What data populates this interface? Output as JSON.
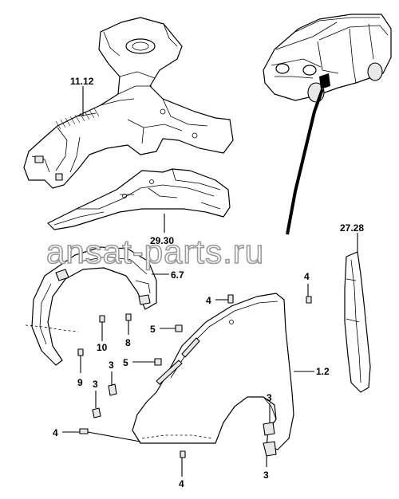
{
  "watermark": "ansat-parts.ru",
  "callouts": [
    {
      "id": "11-12",
      "label": "11.12"
    },
    {
      "id": "29-30",
      "label": "29.30"
    },
    {
      "id": "27-28",
      "label": "27.28"
    },
    {
      "id": "6-7",
      "label": "6.7"
    },
    {
      "id": "1-2",
      "label": "1.2"
    },
    {
      "id": "4a",
      "label": "4"
    },
    {
      "id": "4b",
      "label": "4"
    },
    {
      "id": "4c",
      "label": "4"
    },
    {
      "id": "4d",
      "label": "4"
    },
    {
      "id": "5a",
      "label": "5"
    },
    {
      "id": "5b",
      "label": "5"
    },
    {
      "id": "3a",
      "label": "3"
    },
    {
      "id": "3b",
      "label": "3"
    },
    {
      "id": "3c",
      "label": "3"
    },
    {
      "id": "3d",
      "label": "3"
    },
    {
      "id": "8",
      "label": "8"
    },
    {
      "id": "9",
      "label": "9"
    },
    {
      "id": "10",
      "label": "10"
    }
  ]
}
